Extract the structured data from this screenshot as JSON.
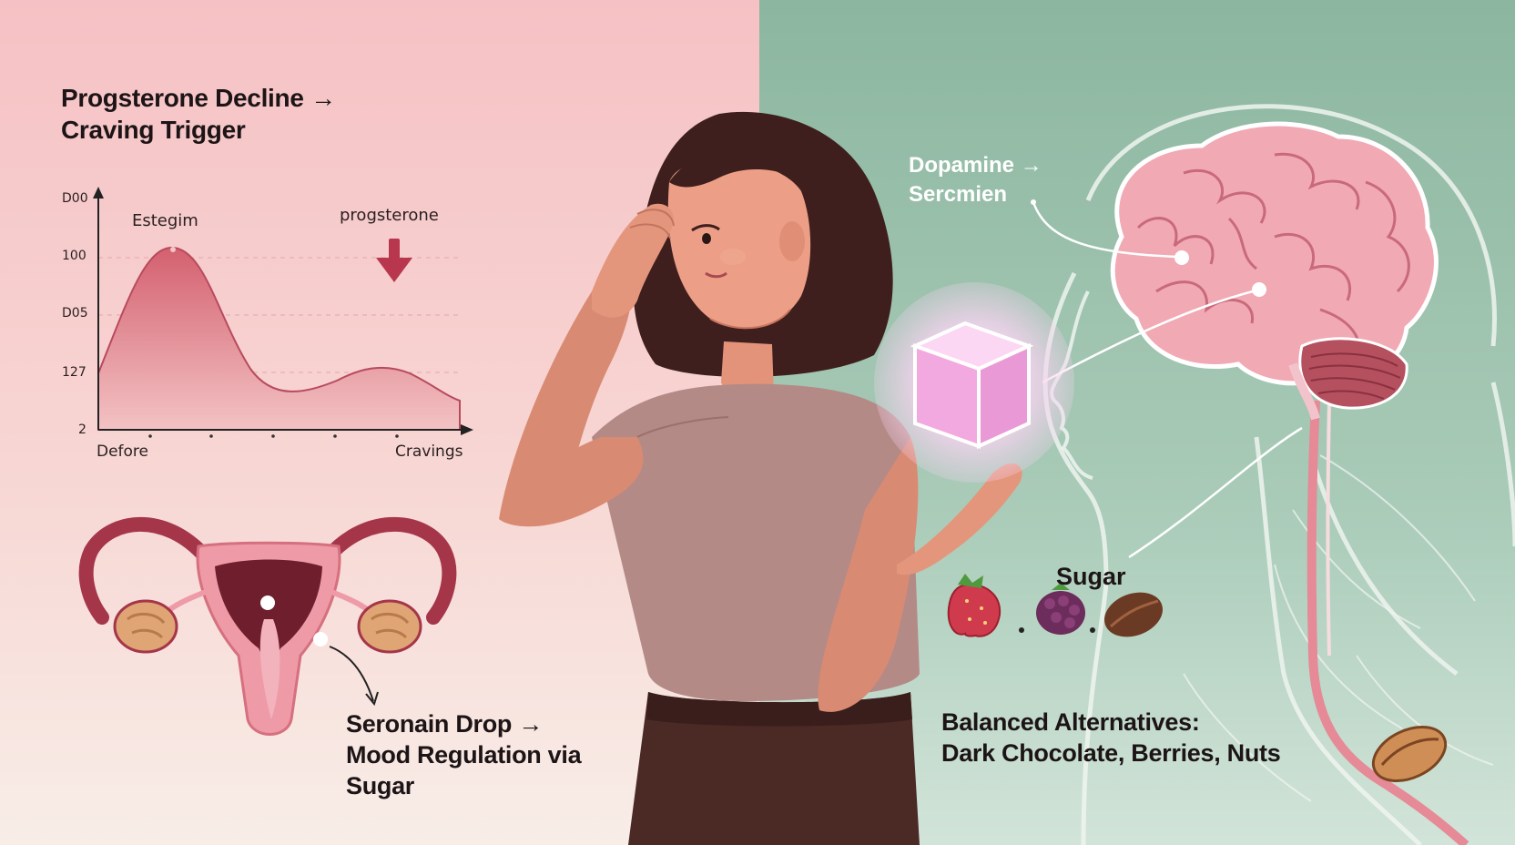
{
  "left_panel": {
    "title_line1": "Progsterone Decline →",
    "title_line2": "Craving Trigger",
    "chart_label_estrogen": "Estegim",
    "chart_label_progesterone": "progsterone",
    "x_label_left": "Defore",
    "x_label_right": "Cravings",
    "y_ticks": [
      "D00",
      "100",
      "D05",
      "127",
      "2"
    ],
    "serotonin_line1": "Seronain Drop →",
    "serotonin_line2": "Mood Regulation via",
    "serotonin_line3": "Sugar"
  },
  "right_panel": {
    "dopamine_line1": "Dopamine →",
    "dopamine_line2": "Sercmien",
    "sugar_label": "Sugar",
    "alt_line1": "Balanced Alternatives:",
    "alt_line2": "Dark Chocolate, Berries, Nuts"
  },
  "colors": {
    "left_bg_top": "#f7c5c7",
    "left_bg_bottom": "#f8ece6",
    "right_bg_top": "#8fb8a2",
    "right_bg_bottom": "#cfe2d6",
    "chart_fill": "#d9677a",
    "accent_dark": "#9b3045",
    "brain_pink": "#f0a8b3"
  },
  "icons": [
    "down-arrow-icon",
    "uterus-icon",
    "woman-figure",
    "sugar-cube-icon",
    "brain-icon",
    "strawberry-icon",
    "blackberry-icon",
    "cocoa-bean-icon",
    "nut-icon"
  ]
}
